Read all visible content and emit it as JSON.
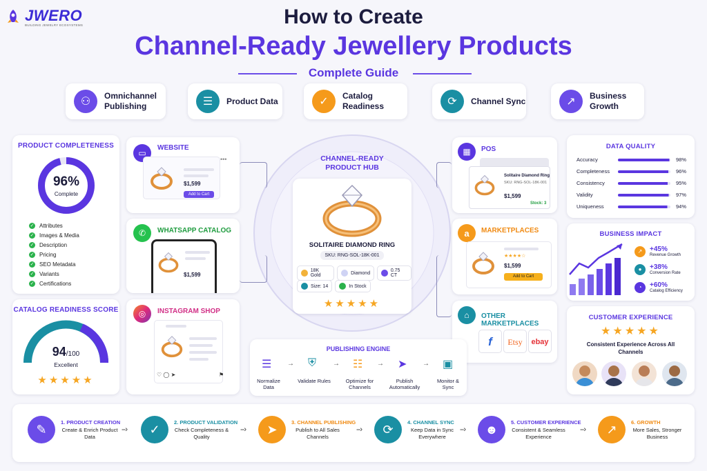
{
  "brand": {
    "name": "JWERO",
    "tagline": "BUILDING JEWELRY ECOSYSTEMS"
  },
  "header": {
    "title": "How to Create",
    "subtitle": "Channel-Ready Jewellery Products",
    "guide": "Complete Guide"
  },
  "pillars": [
    {
      "label": "Omnichannel Publishing",
      "icon": "network-icon",
      "color": "#6b4ce8"
    },
    {
      "label": "Product Data",
      "icon": "database-icon",
      "color": "#1a8fa3"
    },
    {
      "label": "Catalog Readiness",
      "icon": "clipboard-check-icon",
      "color": "#f59a1b"
    },
    {
      "label": "Channel Sync",
      "icon": "sync-icon",
      "color": "#1a8fa3"
    },
    {
      "label": "Business Growth",
      "icon": "growth-chart-icon",
      "color": "#6b4ce8"
    }
  ],
  "completeness": {
    "title": "PRODUCT COMPLETENESS",
    "percent": 96,
    "percent_label": "96%",
    "sub": "Complete",
    "items": [
      "Attributes",
      "Images & Media",
      "Description",
      "Pricing",
      "SEO Metadata",
      "Variants",
      "Certifications"
    ]
  },
  "readiness": {
    "title": "CATALOG READINESS SCORE",
    "score": "94",
    "max": "/100",
    "rating": "Excellent",
    "stars": 5
  },
  "website": {
    "title": "WEBSITE",
    "price": "$1,599",
    "button": "Add to Cart"
  },
  "whatsapp": {
    "title": "WHATSAPP CATALOG",
    "price": "$1,599"
  },
  "instagram": {
    "title": "INSTAGRAM SHOP"
  },
  "hub": {
    "title1": "CHANNEL-READY",
    "title2": "PRODUCT HUB",
    "product": "SOLITAIRE DIAMOND RING",
    "sku": "SKU: RNG-SOL-18K-001",
    "tags": [
      "18K Gold",
      "Diamond",
      "0.75 CT",
      "Size: 14",
      "In Stock"
    ],
    "stars": 5
  },
  "pos": {
    "title": "POS",
    "product": "Solitaire Diamond Ring",
    "sku": "SKU: RNG-SOL-18K-001",
    "price": "$1,599",
    "stock": "Stock: 3"
  },
  "marketplaces": {
    "title": "MARKETPLACES",
    "price": "$1,599",
    "button": "Add to Cart"
  },
  "other": {
    "title": "OTHER MARKETPLACES",
    "logos": [
      "f",
      "Etsy",
      "ebay"
    ]
  },
  "engine": {
    "title": "PUBLISHING ENGINE",
    "steps": [
      "Normalize Data",
      "Validate Rules",
      "Optimize for Channels",
      "Publish Automatically",
      "Monitor & Sync"
    ]
  },
  "data_quality": {
    "title": "DATA QUALITY",
    "rows": [
      {
        "label": "Accuracy",
        "value": "98%",
        "level": 0.98
      },
      {
        "label": "Completeness",
        "value": "96%",
        "level": 0.96
      },
      {
        "label": "Consistency",
        "value": "95%",
        "level": 0.95
      },
      {
        "label": "Validity",
        "value": "97%",
        "level": 0.97
      },
      {
        "label": "Uniqueness",
        "value": "94%",
        "level": 0.94
      }
    ]
  },
  "impact": {
    "title": "BUSINESS IMPACT",
    "metrics": [
      {
        "value": "+45%",
        "label": "Revenue Growth"
      },
      {
        "value": "+38%",
        "label": "Conversion Rate"
      },
      {
        "value": "+60%",
        "label": "Catalog Efficiency"
      }
    ]
  },
  "cx": {
    "title": "CUSTOMER EXPERIENCE",
    "text": "Consistent Experience Across All Channels",
    "stars": 5
  },
  "flow": [
    {
      "title": "1. PRODUCT CREATION",
      "desc": "Create & Enrich Product Data",
      "color": "#6b4ce8",
      "tcolor": "#5a36e0"
    },
    {
      "title": "2. PRODUCT VALIDATION",
      "desc": "Check Completeness & Quality",
      "color": "#1a8fa3",
      "tcolor": "#1a8fa3"
    },
    {
      "title": "3. CHANNEL PUBLISHING",
      "desc": "Publish to All Sales Channels",
      "color": "#f59a1b",
      "tcolor": "#f08a12"
    },
    {
      "title": "4. CHANNEL SYNC",
      "desc": "Keep Data in Sync Everywhere",
      "color": "#1a8fa3",
      "tcolor": "#1a8fa3"
    },
    {
      "title": "5. CUSTOMER EXPERIENCE",
      "desc": "Consistent & Seamless Experience",
      "color": "#6b4ce8",
      "tcolor": "#5a36e0"
    },
    {
      "title": "6. GROWTH",
      "desc": "More Sales, Stronger Business",
      "color": "#f59a1b",
      "tcolor": "#f08a12"
    }
  ]
}
